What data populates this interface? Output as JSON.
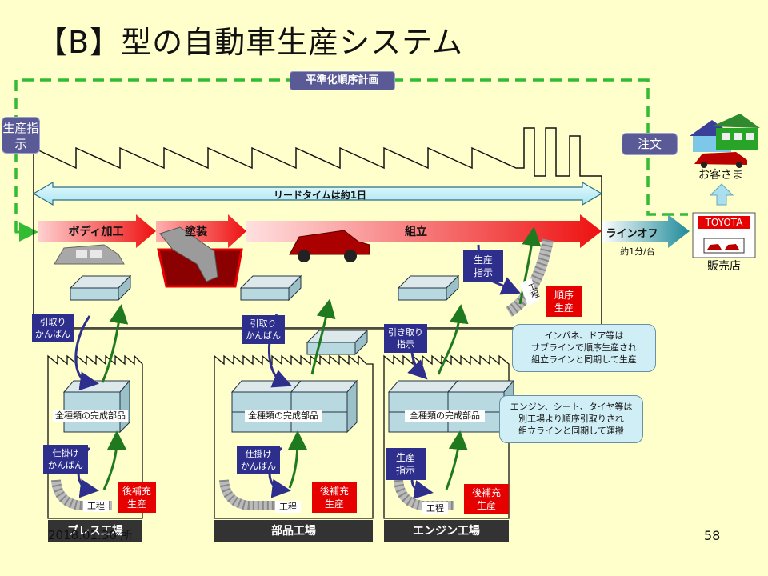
{
  "title": "【B】型の自動車生産システム",
  "plan_label": "平準化順序計画",
  "production_instruction": "生産指示",
  "order_label": "注文",
  "customer_label": "お客さま",
  "dealer_brand": "TOYOTA",
  "dealer_label": "販売店",
  "lead_time_label": "リードタイムは約1日",
  "flow": {
    "body": "ボディ加工",
    "paint": "塗装",
    "assembly": "組立",
    "line_off": "ラインオフ",
    "takt": "約1分/台"
  },
  "kanban": {
    "pull1": "引取り\nかんばん",
    "pull2": "引取り\nかんばん",
    "pull_instruction": "引き取り\n指示",
    "wip1": "仕掛け\nかんばん",
    "wip2": "仕掛け\nかんばん",
    "prod_instr_top": "生産\n指示",
    "prod_instr_bottom": "生産\n指示"
  },
  "sequence_production": "順序\n生産",
  "process_label": "工程",
  "post_replenish": "後補充\n生産",
  "all_parts": "全種類の完成部品",
  "notes": {
    "note1": "インパネ、ドア等は\nサブラインで順序生産され\n組立ラインと同期して生産",
    "note2": "エンジン、シート、タイヤ等は\n別工場より順序引取りされ\n組立ラインと同期して運搬"
  },
  "factories": {
    "press": "プレス工場",
    "parts": "部品工場",
    "engine": "エンジン工場"
  },
  "footer_date": "2018.01.30 所",
  "page_number": "58",
  "colors": {
    "green_dash": "#33bb33",
    "navy": "#5a5a96",
    "red": "#e60000",
    "arrow_blue": "#2e2f8c",
    "arrow_green": "#1f7a1f"
  }
}
